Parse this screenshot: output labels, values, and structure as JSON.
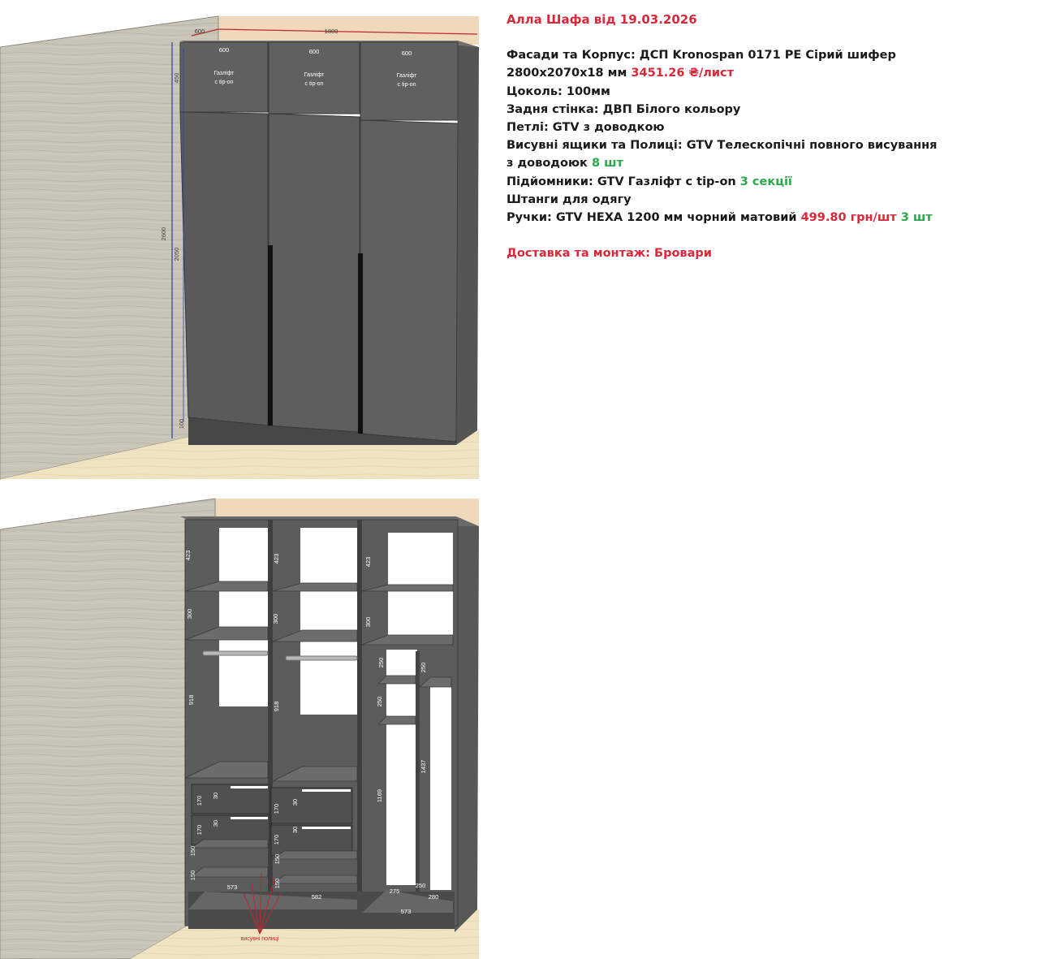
{
  "spec": {
    "title": "Алла Шафа від 19.03.2026",
    "facade_label": "Фасади та Корпус: ДСП Kronospan 0171 PE Сірий шифер",
    "sheet_size": "2800х2070х18 мм",
    "sheet_price": "3451.26 ₴/лист",
    "plinth": "Цоколь: 100мм",
    "back_wall": "Задня стінка: ДВП Білого кольору",
    "hinges": "Петлі: GTV з доводкою",
    "drawers_label": "Висувні ящики та Полиці: GTV Телескопічні повного висування",
    "drawers_label_2": "з доводоюк",
    "drawers_count": "8 шт",
    "lifts_label": "Підйомники: GTV Газліфт с tip-on",
    "lifts_count": "3 секції",
    "rails": "Штанги для одягу",
    "handles_label": "Ручки: GTV HEXA 1200 мм чорний матовий",
    "handles_price": "499.80 грн/шт",
    "handles_count": "3 шт",
    "delivery": "Доставка та монтаж: Бровари"
  },
  "exterior": {
    "top_depth": "600",
    "total_width": "1800",
    "door_widths": [
      "600",
      "600",
      "600"
    ],
    "gaslift_line1": "Газліфт",
    "gaslift_line2": "с tip-on",
    "height_top": "450",
    "height_total": "2600",
    "height_doors": "2050",
    "height_plinth": "100"
  },
  "interior": {
    "dims": {
      "c1_top": "423",
      "c2_top": "423",
      "c3_top": "423",
      "c1_mid": "300",
      "c2_mid": "300",
      "c3_mid": "300",
      "c1_hang": "918",
      "c2_hang": "918",
      "c3_shelf_a": "250",
      "c3_shelf_b": "250",
      "c3_right_a": "250",
      "c3_hang": "1169",
      "c3_right_hang": "1437",
      "drawer_h1": "170",
      "drawer_h2": "170",
      "drawer_h3": "170",
      "drawer_h4": "170",
      "drawer_gap1": "30",
      "drawer_gap2": "30",
      "drawer_gap3": "30",
      "drawer_gap4": "30",
      "bottom_a": "150",
      "bottom_b": "150",
      "bottom_c": "150",
      "bottom_d": "150",
      "w1": "573",
      "w2": "582",
      "w3": "573",
      "w3a": "275",
      "w3b": "280",
      "w3c": "250"
    },
    "note": "висувні полиці"
  },
  "colors": {
    "wall": "#c8c5b6",
    "floor": "#efe3c2",
    "body": "#5e5e5e",
    "body_dark": "#4a4a4a",
    "side": "#6e6e6e",
    "handle": "#111111",
    "dim_red": "#c0272d",
    "dim_blue": "#2b3fb0",
    "text_red": "#d8283a",
    "text_green": "#2aa84a"
  }
}
